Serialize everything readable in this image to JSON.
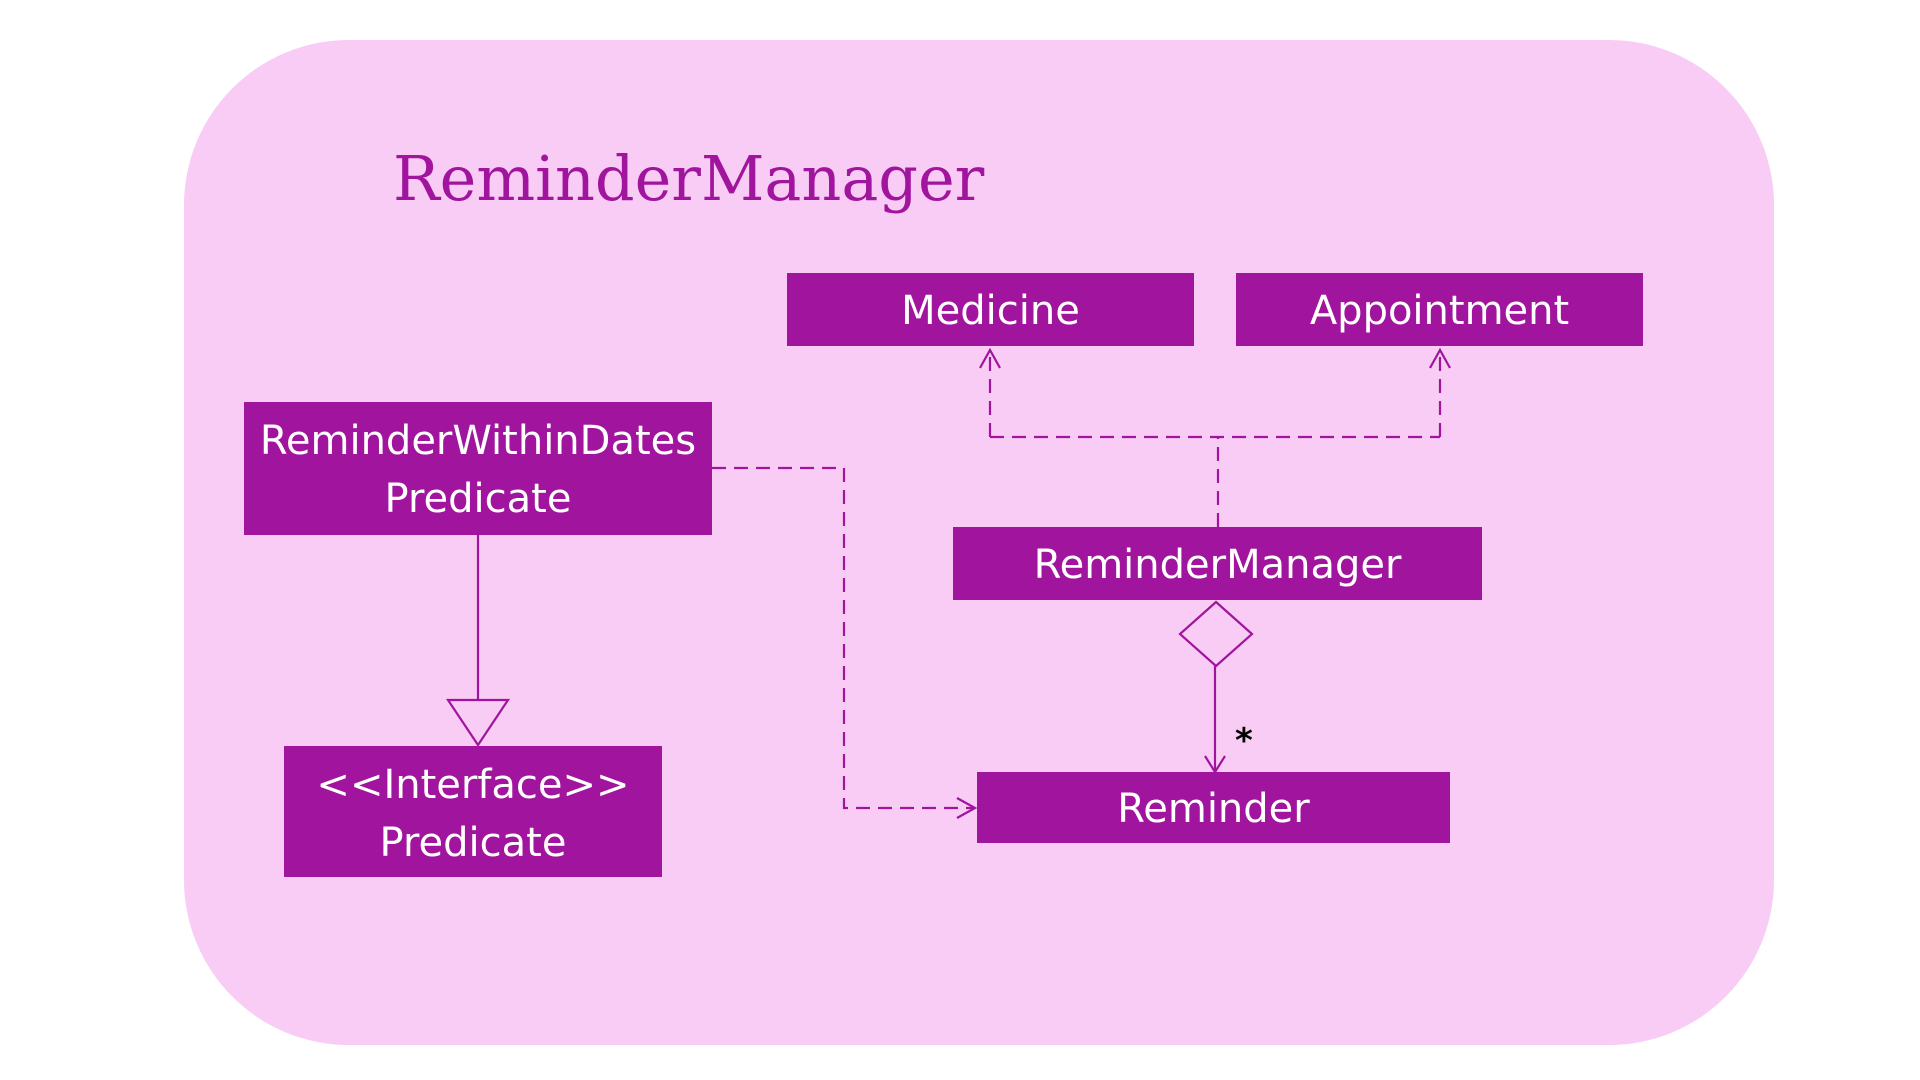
{
  "package": {
    "title": "ReminderManager"
  },
  "classes": {
    "medicine": {
      "label": "Medicine"
    },
    "appointment": {
      "label": "Appointment"
    },
    "reminder_within_dates_predicate": {
      "line1": "ReminderWithinDates",
      "line2": "Predicate"
    },
    "reminder_manager": {
      "label": "ReminderManager"
    },
    "predicate_interface": {
      "line1": "<<Interface>>",
      "line2": "Predicate"
    },
    "reminder": {
      "label": "Reminder"
    }
  },
  "relationships": {
    "composition_multiplicity": "*"
  },
  "colors": {
    "package_fill": "#F8CCF5",
    "class_fill": "#A0149E",
    "class_text": "#FFFFFF",
    "line": "#A0149E",
    "title": "#A0149E",
    "diamond_fill": "#F8CCF5"
  }
}
